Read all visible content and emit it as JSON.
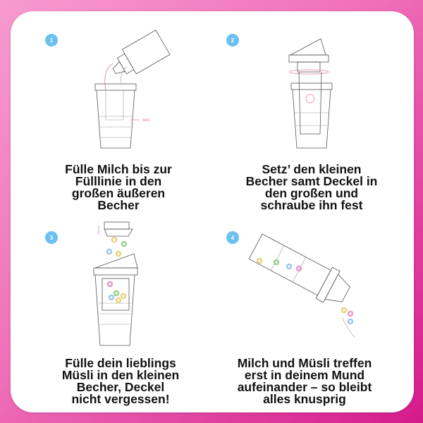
{
  "steps": [
    {
      "number": "1",
      "caption": [
        "Fülle Milch bis zur",
        "Fülllinie in den",
        "großen äußeren",
        "Becher"
      ],
      "max_label": "MAX"
    },
    {
      "number": "2",
      "caption": [
        "Setz’ den kleinen",
        "Becher samt Deckel in",
        "den großen und",
        "schraube ihn fest"
      ]
    },
    {
      "number": "3",
      "caption": [
        "Fülle dein lieblings",
        "Müsli in den kleinen",
        "Becher, Deckel",
        "nicht vergessen!"
      ]
    },
    {
      "number": "4",
      "caption": [
        "Milch und Müsli treffen",
        "erst in deinem Mund",
        "aufeinander – so bleibt",
        "alles knusprig"
      ]
    }
  ],
  "colors": {
    "badge": "#6cc0f0",
    "accent": "#e07aa8",
    "background_start": "#f79ad0",
    "background_end": "#d41b8c"
  }
}
